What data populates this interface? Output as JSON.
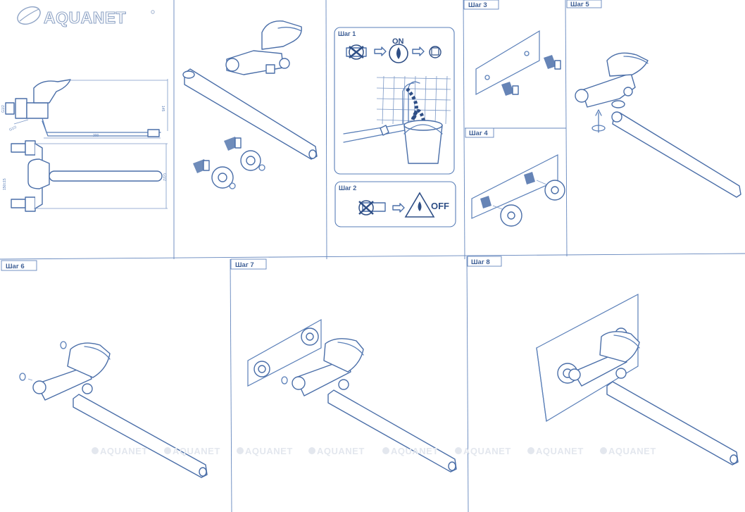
{
  "brand": "AQUANET",
  "steps": {
    "s1": "Шаг 1",
    "s2": "Шаг 2",
    "s3": "Шаг 3",
    "s4": "Шаг 4",
    "s5": "Шаг 5",
    "s6": "Шаг 6",
    "s7": "Шаг 7",
    "s8": "Шаг 8"
  },
  "step1_on": "ON",
  "step2_off": "OFF",
  "dimensions": {
    "spout_length": "300",
    "height": "145",
    "width": "150±15",
    "pipe": "G1/2",
    "left": "G1/2"
  },
  "watermarks": [
    "AQUANET",
    "AQUANET",
    "AQUANET",
    "AQUANET",
    "AQUANET",
    "AQUANET",
    "AQUANET",
    "AQUANET"
  ],
  "colors": {
    "line": "#5a7fb8",
    "dark": "#2f4f86",
    "watermark": "#e3e7ee"
  }
}
